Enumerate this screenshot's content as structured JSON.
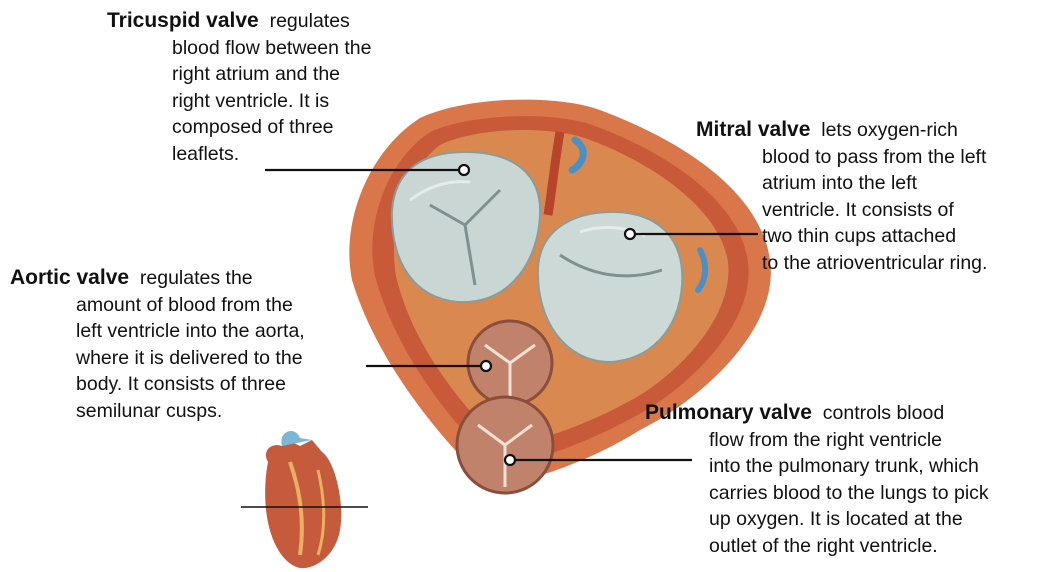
{
  "labels": {
    "tricuspid": {
      "title": "Tricuspid valve",
      "lead": "regulates",
      "lines": [
        "blood flow between the",
        "right atrium and the",
        "right ventricle. It is",
        "composed of three",
        "leaflets."
      ]
    },
    "mitral": {
      "title": "Mitral valve",
      "lead": "lets oxygen-rich",
      "lines": [
        "blood to pass from the left",
        "atrium into the left",
        "ventricle. It consists of",
        "two thin cups attached",
        "to the atrioventricular ring."
      ]
    },
    "aortic": {
      "title": "Aortic valve",
      "lead": "regulates the",
      "lines": [
        "amount of blood from the",
        "left ventricle into the aorta,",
        "where it is delivered to the",
        "body. It consists of three",
        "semilunar cusps."
      ]
    },
    "pulmonary": {
      "title": "Pulmonary valve",
      "lead": "controls blood",
      "lines": [
        "flow from the right ventricle",
        "into the pulmonary trunk, which",
        "carries blood to the lungs to pick",
        "up oxygen. It is located at the",
        "outlet of the right ventricle."
      ]
    }
  },
  "colors": {
    "myocardium": "#d9774a",
    "muscle_dark": "#b8442c",
    "leaflet": "#c9d6d4",
    "cusp": "#c0826a",
    "fat": "#e8b060",
    "vessel": "#4a90c8"
  }
}
